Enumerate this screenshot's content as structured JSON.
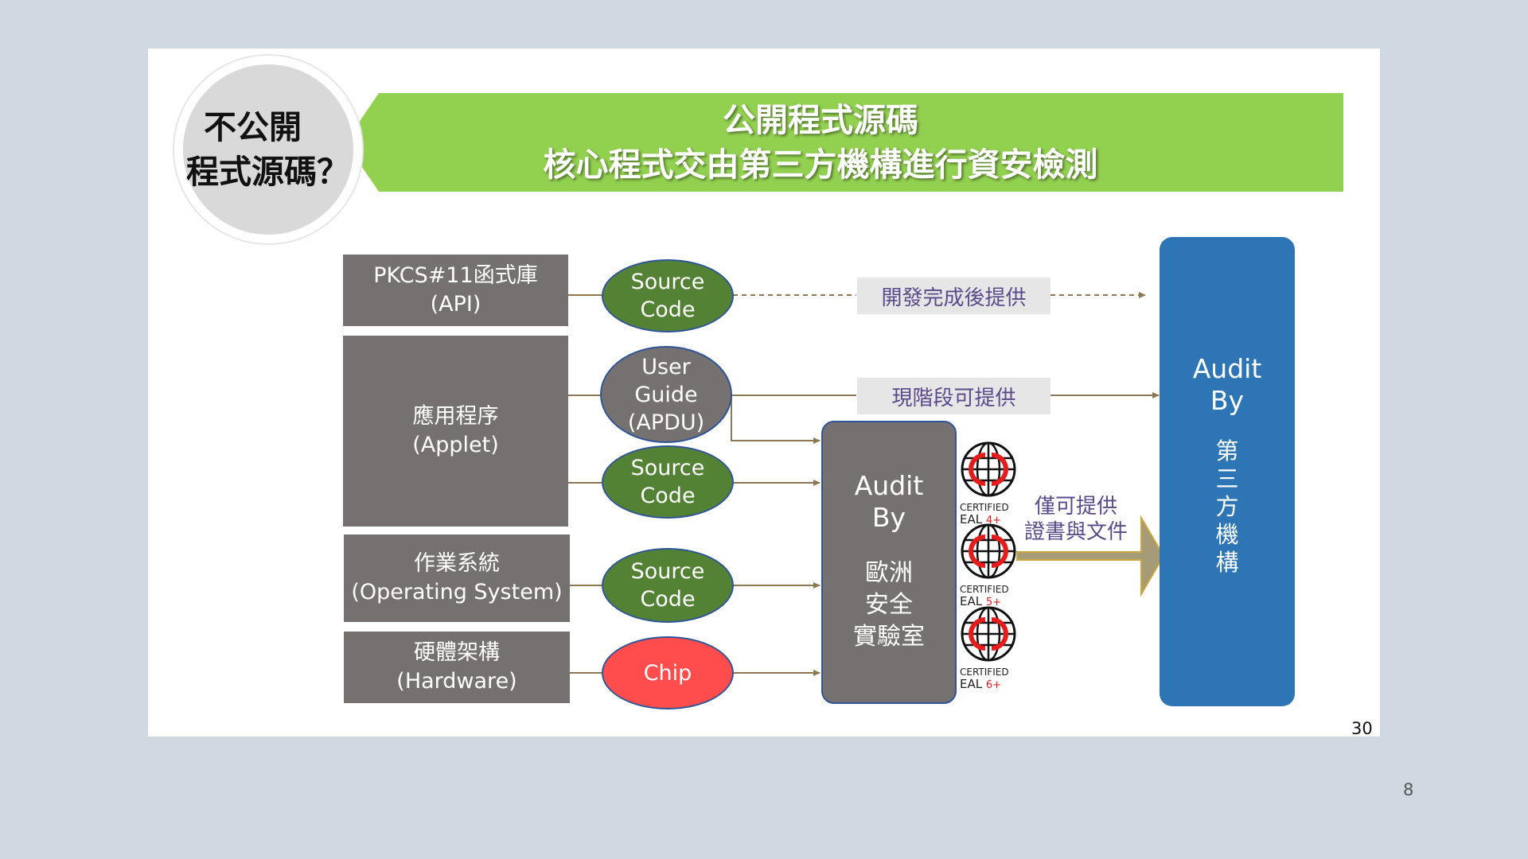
{
  "slide": {
    "circle_lines": [
      "不公開",
      "程式源碼？"
    ],
    "banner_lines": [
      "公開程式源碼",
      "核心程式交由第三方機構進行資安檢測"
    ],
    "slide_number": "30"
  },
  "page_number": "8",
  "layers": [
    {
      "lines": [
        "PKCS#11函式庫",
        "(API)"
      ]
    },
    {
      "lines": [
        "應用程序",
        "(Applet)"
      ]
    },
    {
      "lines": [
        "作業系統",
        "(Operating System)"
      ]
    },
    {
      "lines": [
        "硬體架構",
        "(Hardware)"
      ]
    }
  ],
  "deliverables": [
    {
      "lines": [
        "Source",
        "Code"
      ]
    },
    {
      "lines": [
        "User",
        "Guide",
        "(APDU)"
      ]
    },
    {
      "lines": [
        "Source",
        "Code"
      ]
    },
    {
      "lines": [
        "Source",
        "Code"
      ]
    },
    {
      "lines": [
        "Chip"
      ]
    }
  ],
  "labels": {
    "after_dev": "開發完成後提供",
    "now": "現階段可提供",
    "certs_only": [
      "僅可提供",
      "證書與文件"
    ]
  },
  "audit_mid": {
    "title": [
      "Audit",
      "By"
    ],
    "org": [
      "歐洲",
      "安全",
      "實驗室"
    ]
  },
  "audit_right": {
    "title": [
      "Audit",
      "By"
    ],
    "org": [
      "第",
      "三",
      "方",
      "機",
      "構"
    ]
  },
  "certs": [
    {
      "text": "CERTIFIED",
      "eal": "EAL",
      "level": "4+"
    },
    {
      "text": "CERTIFIED",
      "eal": "EAL",
      "level": "5+"
    },
    {
      "text": "CERTIFIED",
      "eal": "EAL",
      "level": "6+"
    }
  ],
  "colors": {
    "banner": "#92d050",
    "box_grey": "#767171",
    "ellipse_green": "#548235",
    "ellipse_red": "#ff4d4d",
    "audit_blue": "#2e75b6",
    "connector": "#8c7853",
    "label_text": "#5b4a8b"
  }
}
